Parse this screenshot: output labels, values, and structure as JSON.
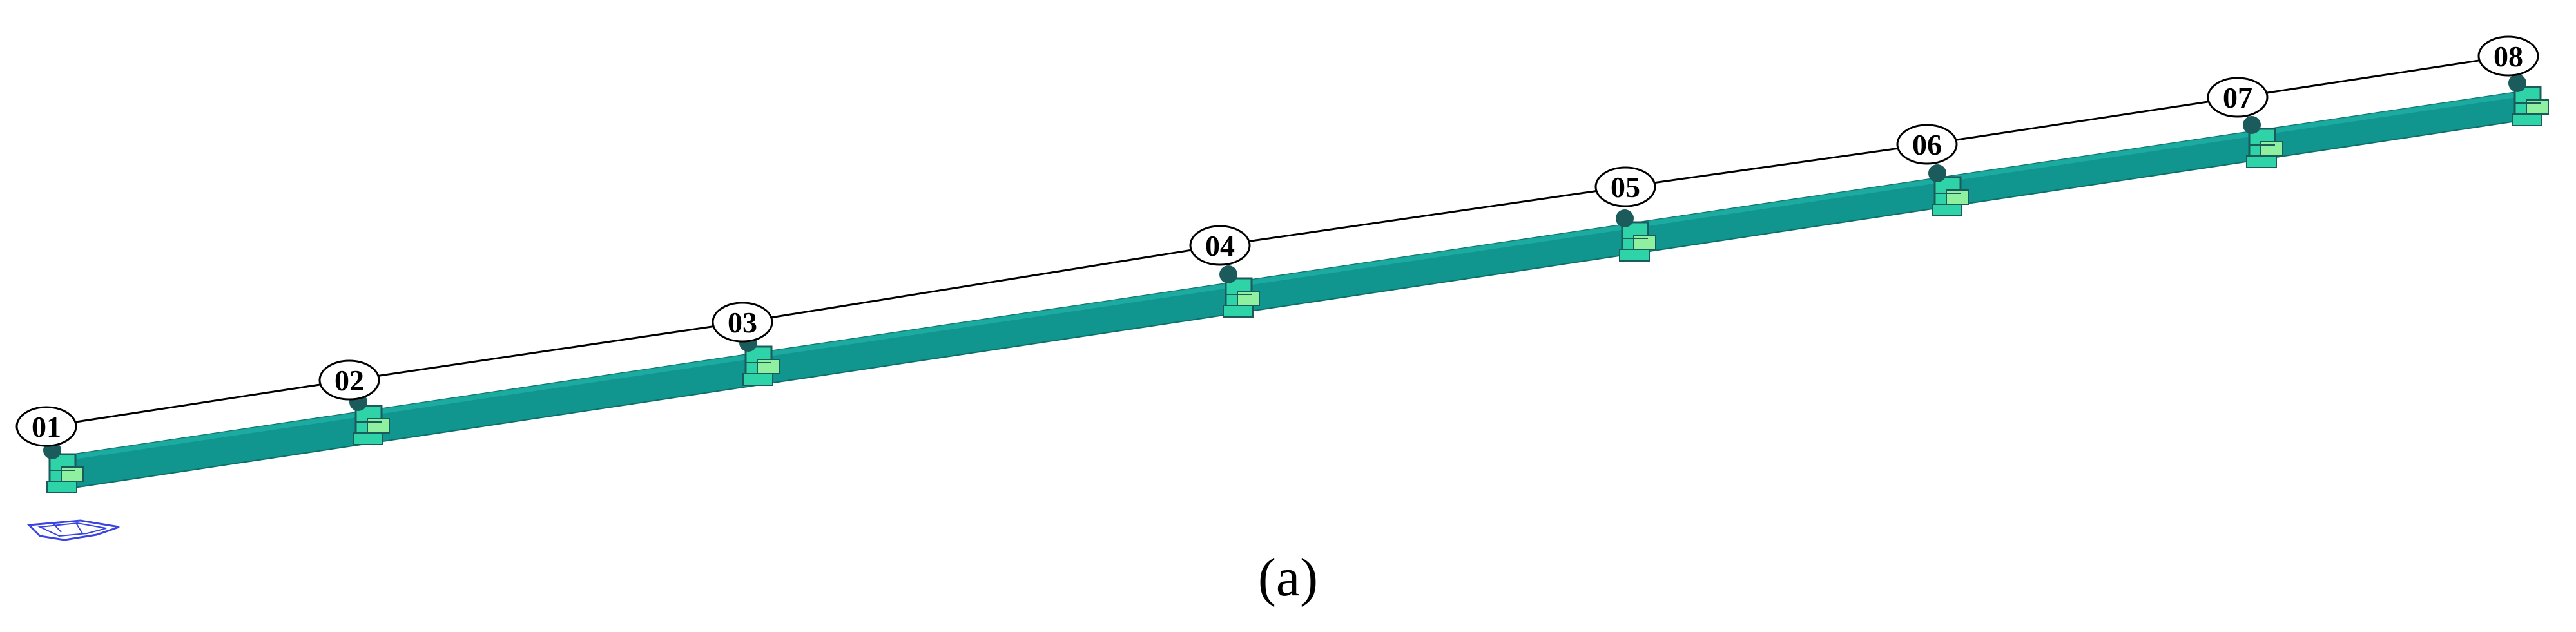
{
  "diagram": {
    "caption": "(a)",
    "axis_labels": [
      "01",
      "02",
      "03",
      "04",
      "05",
      "06",
      "07",
      "08"
    ],
    "colors": {
      "beam": "#11968f",
      "beam_edge": "#0c6f6a",
      "support": "#2fd3a8",
      "support_dark": "#1b5b5c",
      "support_highlight": "#8ff0a0",
      "grid_line": "#000000",
      "coordinate_triad": "#3a44e0"
    },
    "icons": [
      "support-bearing-icon",
      "coordinate-triad-icon"
    ]
  }
}
